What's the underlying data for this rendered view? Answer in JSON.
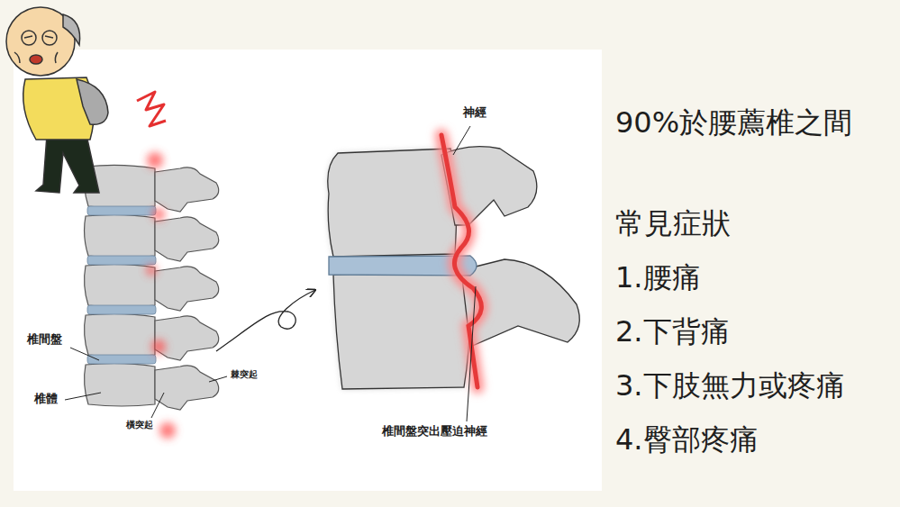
{
  "diagram": {
    "labels": [
      "椎間盤",
      "椎體",
      "棘突起",
      "橫突起",
      "神經",
      "椎間盤突出壓迫神經",
      "90%於腰薦椎之間",
      "常見症狀",
      "1.腰痛",
      "2.下背痛",
      "3.下肢無力或疼痛",
      "4.臀部疼痛"
    ]
  }
}
